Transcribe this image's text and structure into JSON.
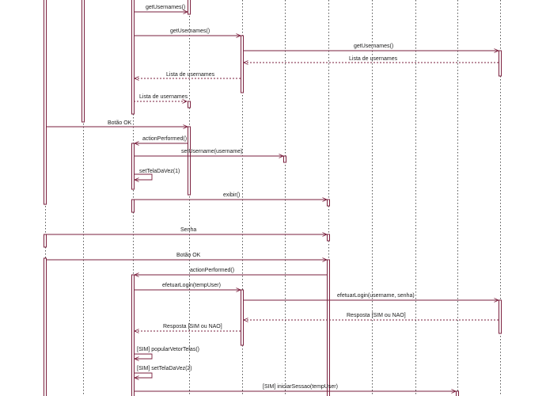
{
  "messages": [
    {
      "label": "getUsernames()"
    },
    {
      "label": "getUsernames()"
    },
    {
      "label": "getUsernames()"
    },
    {
      "label": "Lista de usernames"
    },
    {
      "label": "Lista de usernames"
    },
    {
      "label": "Lista de usernames"
    },
    {
      "label": "Botão OK"
    },
    {
      "label": "actionPerformed()"
    },
    {
      "label": "setUsername(username)"
    },
    {
      "label": "setTelaDaVez(1)"
    },
    {
      "label": "exibir()"
    },
    {
      "label": "Senha"
    },
    {
      "label": "Botão OK"
    },
    {
      "label": "actionPerformed()"
    },
    {
      "label": "efetuarLogin(tempUser)"
    },
    {
      "label": "efetuarLogin(username, senha)"
    },
    {
      "label": "Resposta [SIM ou NAO]"
    },
    {
      "label": "Resposta [SIM ou NAO]"
    },
    {
      "label": "[SIM] popularVetorTelas()"
    },
    {
      "label": "[SIM] setTelaDaVez(2)"
    },
    {
      "label": "[SIM] iniciarSessao(tempUser)"
    }
  ],
  "colors": {
    "line": "#7a1f3d",
    "lifeline": "#555555"
  }
}
